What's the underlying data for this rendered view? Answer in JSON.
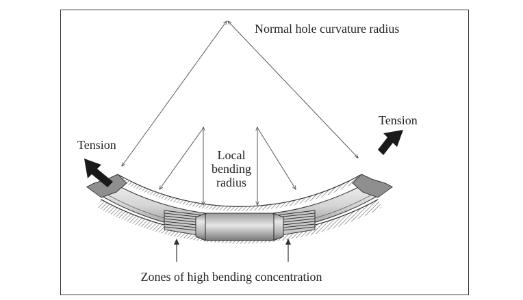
{
  "labels": {
    "normal_radius": "Normal hole curvature radius",
    "tension_left": "Tension",
    "tension_right": "Tension",
    "local_line1": "Local",
    "local_line2": "bending",
    "local_line3": "radius",
    "zones": "Zones of high bending concentration"
  },
  "colors": {
    "frame": "#333333",
    "line": "#555555",
    "hatch": "#777777",
    "arrow": "#1a1a1a",
    "text": "#222222"
  }
}
